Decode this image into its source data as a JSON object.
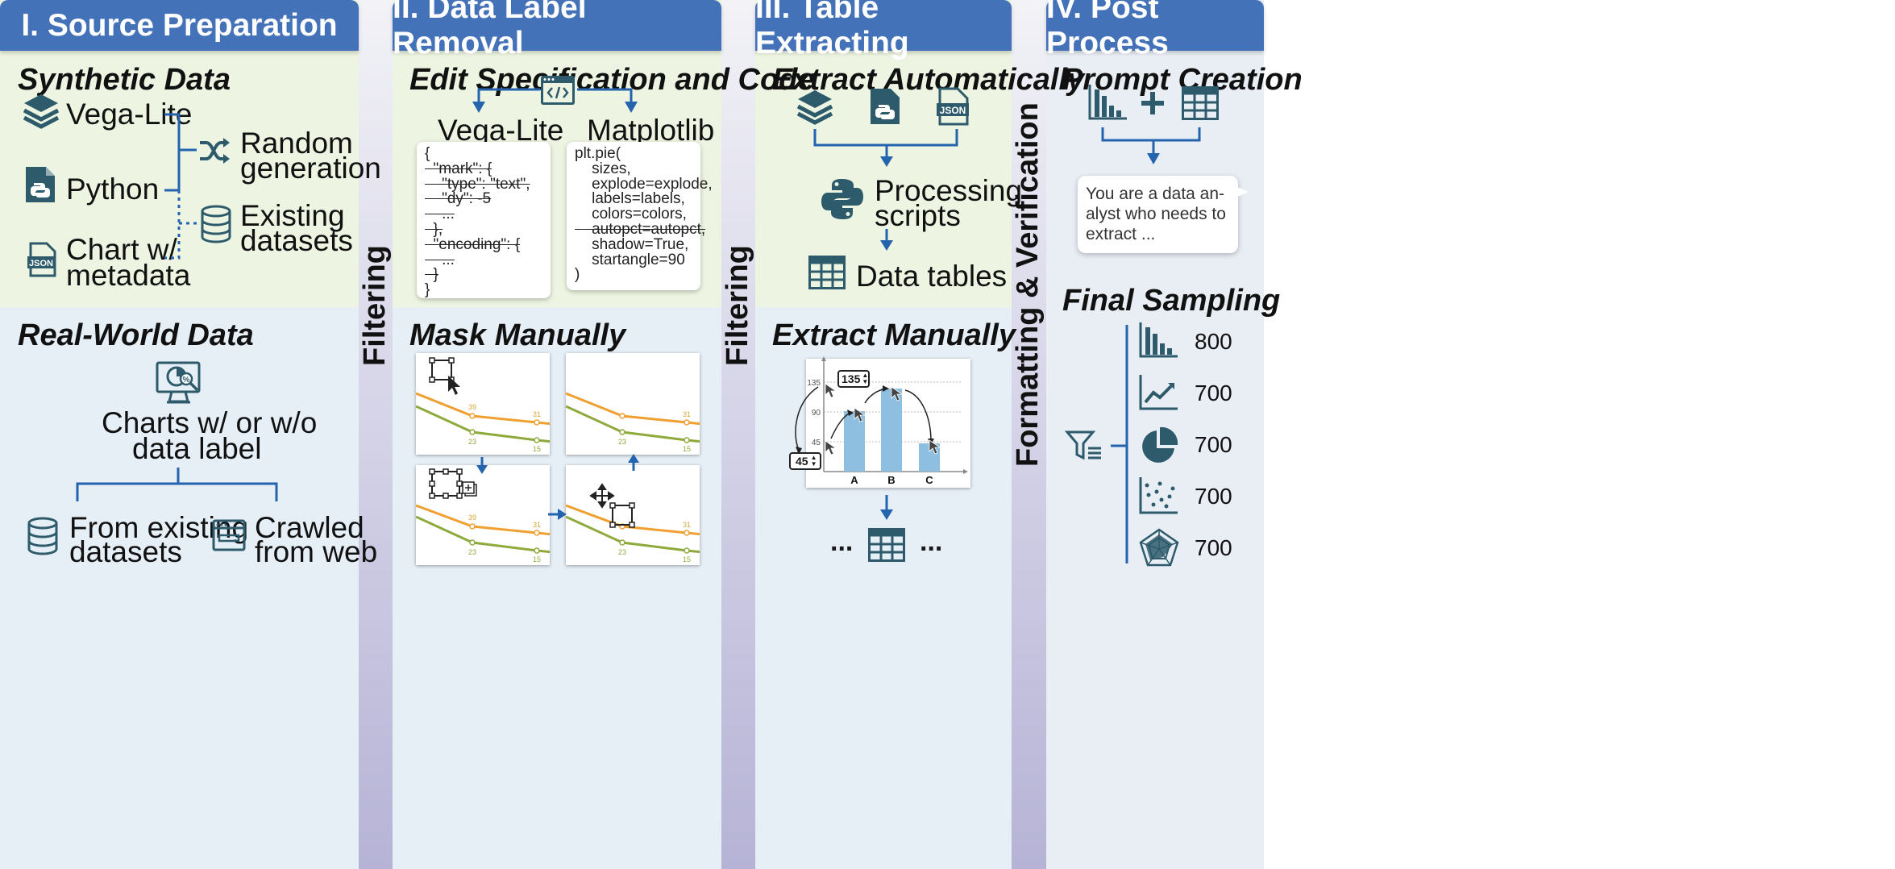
{
  "headers": {
    "h1": "I. Source Preparation",
    "h2": "II. Data Label Removal",
    "h3": "III. Table Extracting",
    "h4": "IV. Post Process"
  },
  "stripes": {
    "filtering_1": "Filtering",
    "filtering_2": "Filtering",
    "formatting": "Formatting & Verification"
  },
  "source": {
    "synthetic_title": "Synthetic Data",
    "vega_lite": "Vega-Lite",
    "python": "Python",
    "chart_meta_1": "Chart w/",
    "chart_meta_2": "metadata",
    "random_1": "Random",
    "random_2": "generation",
    "existing_1": "Existing",
    "existing_2": "datasets",
    "json_tag": "JSON",
    "realworld_title": "Real-World Data",
    "charts_label_1": "Charts w/ or w/o",
    "charts_label_2": "data label",
    "from_existing_1": "From existing",
    "from_existing_2": "datasets",
    "crawled_1": "Crawled",
    "crawled_2": "from web"
  },
  "removal": {
    "edit_title": "Edit Specification and Code",
    "vega_label": "Vega-Lite",
    "mpl_label": "Matplotlib",
    "vega_code": [
      "{",
      "  \"mark\": {",
      "    \"type\": \"text\",",
      "    \"dy\": -5",
      "    ...",
      "  },",
      "  \"encoding\": {",
      "    ...",
      "  }",
      "}"
    ],
    "mpl_code": [
      "plt.pie(",
      "    sizes,",
      "    explode=explode,",
      "    labels=labels,",
      "    colors=colors,",
      "    autopct=autopct,",
      "    shadow=True,",
      "    startangle=90",
      ")"
    ],
    "mask_title": "Mask Manually",
    "thumb_vals": {
      "a": "39",
      "b": "31",
      "c": "23",
      "d": "15"
    }
  },
  "extract": {
    "auto_title": "Extract Automatically",
    "json_tag": "JSON",
    "processing_1": "Processing",
    "processing_2": "scripts",
    "data_tables": "Data tables",
    "manual_title": "Extract Manually",
    "spin_135": "135",
    "spin_45": "45",
    "ticks": [
      "135",
      "90",
      "45"
    ],
    "cats": [
      "A",
      "B",
      "C"
    ],
    "ellipsis_left": "...",
    "ellipsis_right": "..."
  },
  "post": {
    "prompt_title": "Prompt Creation",
    "bubble_text": "You are a data an-\nalyst who needs to\nextract ...",
    "final_title": "Final Sampling",
    "counts": [
      "800",
      "700",
      "700",
      "700",
      "700"
    ]
  },
  "colors": {
    "header": "#4472b8",
    "icon": "#2d5b6b",
    "line": "#2463ad",
    "green_panel": "#edf4e1",
    "blue_panel": "#e6eef6",
    "orange": "#f0a030",
    "olive": "#8faa3c",
    "bar": "#8fbfe0"
  }
}
